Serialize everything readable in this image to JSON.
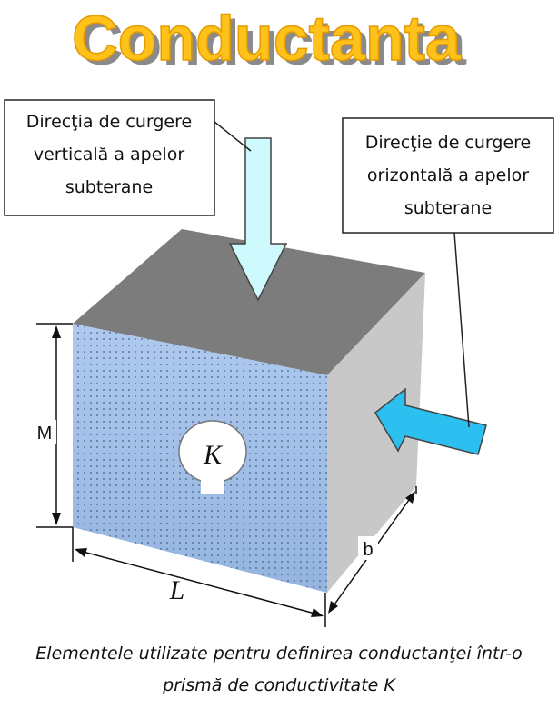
{
  "title": "Conductanta",
  "callouts": {
    "vertical": {
      "lines": [
        "Direcţia de curgere",
        "verticală a apelor",
        "subterane"
      ]
    },
    "horizontal": {
      "lines": [
        "Direcţie de curgere",
        "orizontală a apelor",
        "subterane"
      ]
    }
  },
  "dimensions": {
    "thickness": "M",
    "length": "L",
    "width": "b"
  },
  "conductivity_symbol": "K",
  "caption": {
    "lines": [
      "Elementele utilizate pentru definirea conductanţei într-o",
      "prismă de conductivitate K"
    ]
  },
  "colors": {
    "title_fill": "#FFC21A",
    "title_shadow": "#8A8A8A",
    "top_face": "#7C7C7C",
    "front_face": "#A9C4EA",
    "side_face": "#C8C8C8",
    "vertical_arrow": "#CFFAFD",
    "horizontal_arrow": "#2BC0F0"
  }
}
